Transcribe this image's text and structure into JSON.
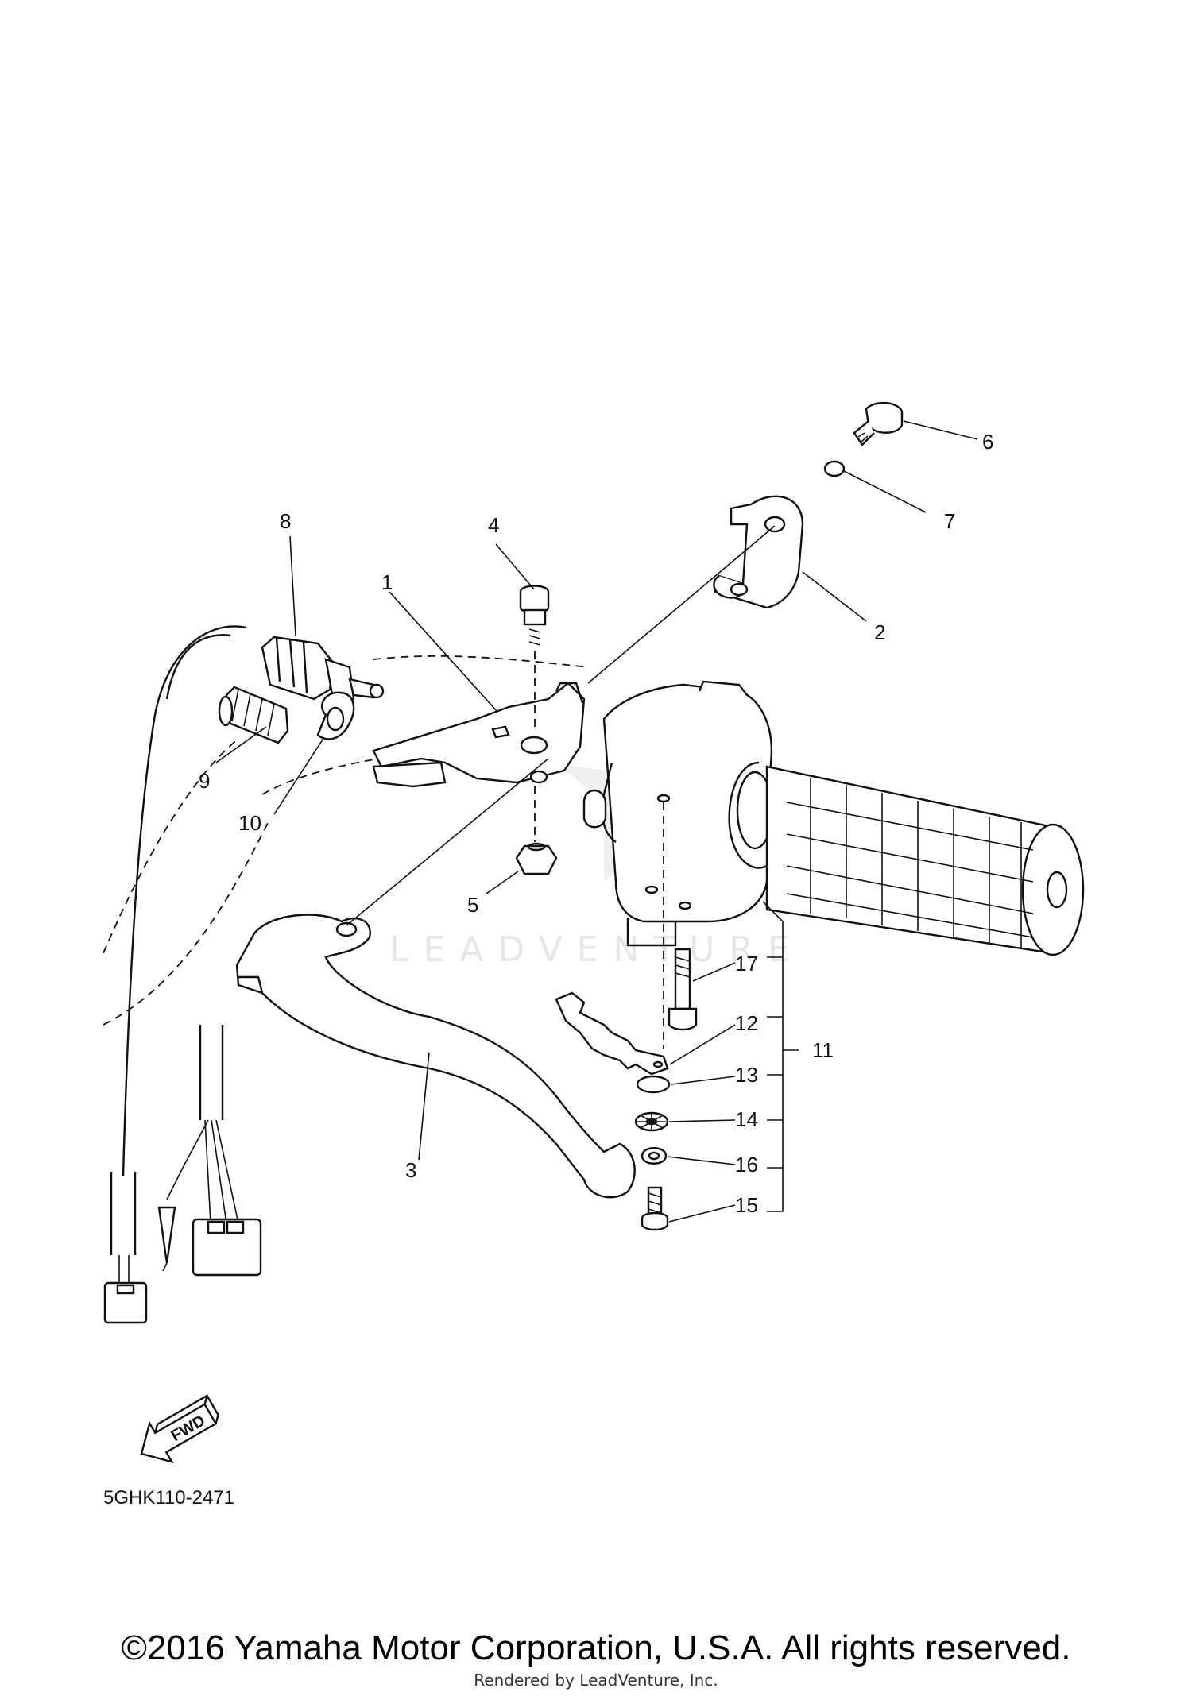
{
  "diagram": {
    "callouts": [
      "1",
      "2",
      "3",
      "4",
      "5",
      "6",
      "7",
      "8",
      "9",
      "10",
      "11",
      "12",
      "13",
      "14",
      "15",
      "16",
      "17"
    ],
    "fwd_label": "FWD",
    "watermark": "LEADVENTURE",
    "part_code": "5GHK110-2471"
  },
  "footer": {
    "copyright": "©2016 Yamaha Motor Corporation, U.S.A. All rights reserved.",
    "rendered_by": "Rendered by LeadVenture, Inc."
  }
}
